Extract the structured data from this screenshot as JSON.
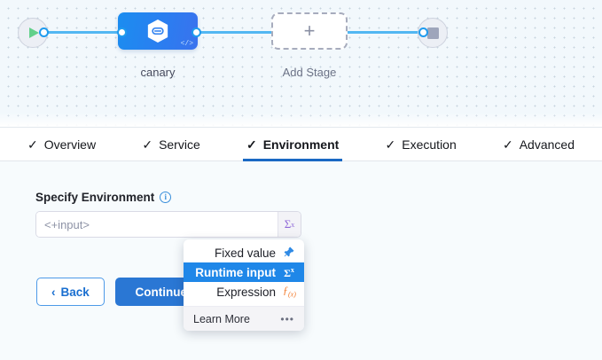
{
  "pipeline": {
    "start_node": {
      "name": "start-node",
      "icon": "play-icon"
    },
    "end_node": {
      "name": "end-node",
      "icon": "stop-icon"
    },
    "stages": [
      {
        "label": "canary",
        "icon": "harness-hexagon-icon",
        "badge": "</>"
      },
      {
        "label": "Add Stage",
        "icon": "plus-icon"
      }
    ]
  },
  "tabs": [
    {
      "label": "Overview",
      "check": "✓",
      "active": false
    },
    {
      "label": "Service",
      "check": "✓",
      "active": false
    },
    {
      "label": "Environment",
      "check": "✓",
      "active": true
    },
    {
      "label": "Execution",
      "check": "✓",
      "active": false
    },
    {
      "label": "Advanced",
      "check": "✓",
      "active": false
    }
  ],
  "form": {
    "field_label": "Specify Environment",
    "info_icon": "i",
    "input_value": "<+input>",
    "input_placeholder": "<+input>",
    "sigma_button": "Σ",
    "sigma_sup": "x"
  },
  "buttons": {
    "back_label": "Back",
    "back_chevron": "‹",
    "continue_label": "Continue"
  },
  "dropdown": {
    "items": [
      {
        "label": "Fixed value",
        "icon": "pin-icon",
        "glyph": "📌",
        "selected": false
      },
      {
        "label": "Runtime input",
        "icon": "sigma-icon",
        "glyph": "Σ",
        "selected": true
      },
      {
        "label": "Expression",
        "icon": "fx-icon",
        "glyph": "ƒ",
        "selected": false
      }
    ],
    "footer_label": "Learn More",
    "footer_icon": "•••"
  },
  "colors": {
    "accent_blue": "#2a77d4",
    "wire_blue": "#52b7f2",
    "selected_blue": "#1f87e8",
    "sigma_purple": "#8f68d8",
    "expression_orange": "#f2792a",
    "play_green": "#62d08a",
    "canvas_bg": "#f2f8fc"
  }
}
